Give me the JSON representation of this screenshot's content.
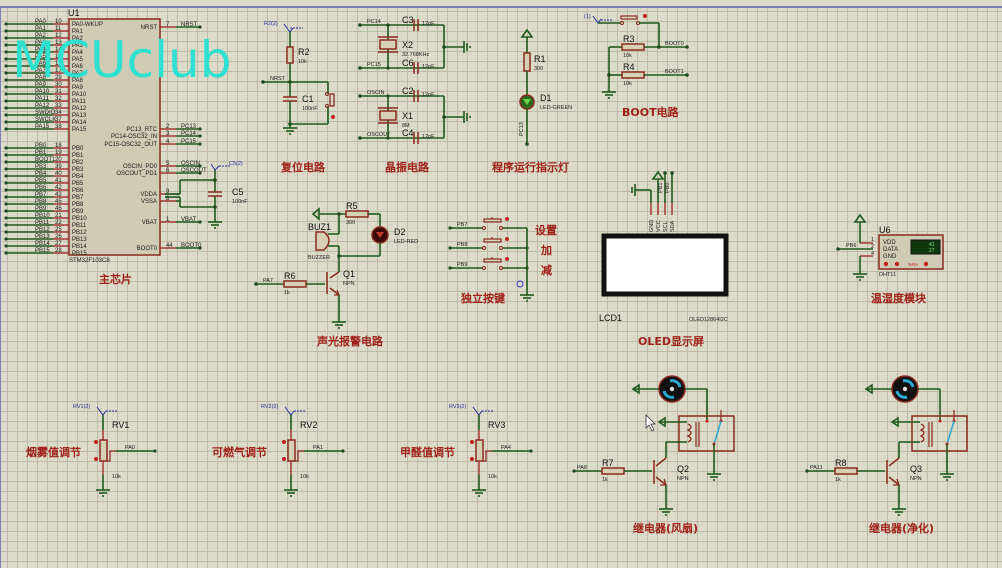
{
  "app": {
    "type": "schematic-editor",
    "theme_grid_color": "#dcdac8",
    "wire_color": "#1f5a1f",
    "component_color": "#8a2a1f",
    "title_color": "#a0221a"
  },
  "watermark": "MCUclub",
  "mcu": {
    "ref": "U1",
    "part": "STM32F103C8",
    "title": "主芯片",
    "left_pins": [
      {
        "net": "PA0",
        "num": "10",
        "name": "PA0-WKUP"
      },
      {
        "net": "PA1",
        "num": "11",
        "name": "PA1"
      },
      {
        "net": "PA2",
        "num": "12",
        "name": "PA2"
      },
      {
        "net": "PA3",
        "num": "13",
        "name": "PA3"
      },
      {
        "net": "PA4",
        "num": "14",
        "name": "PA4"
      },
      {
        "net": "PA5",
        "num": "15",
        "name": "PA5"
      },
      {
        "net": "PA6",
        "num": "16",
        "name": "PA6"
      },
      {
        "net": "PA7",
        "num": "17",
        "name": "PA7"
      },
      {
        "net": "PA8",
        "num": "29",
        "name": "PA8"
      },
      {
        "net": "PA9",
        "num": "30",
        "name": "PA9"
      },
      {
        "net": "PA10",
        "num": "31",
        "name": "PA10"
      },
      {
        "net": "PA11",
        "num": "32",
        "name": "PA11"
      },
      {
        "net": "PA12",
        "num": "33",
        "name": "PA12"
      },
      {
        "net": "SWDIO",
        "num": "34",
        "name": "PA13"
      },
      {
        "net": "SWCLK",
        "num": "37",
        "name": "PA14"
      },
      {
        "net": "PA15",
        "num": "38",
        "name": "PA15"
      },
      {
        "net": "PB0",
        "num": "18",
        "name": "PB0"
      },
      {
        "net": "PB1",
        "num": "19",
        "name": "PB1"
      },
      {
        "net": "BOOT1",
        "num": "20",
        "name": "PB2"
      },
      {
        "net": "PB3",
        "num": "39",
        "name": "PB3"
      },
      {
        "net": "PB4",
        "num": "40",
        "name": "PB4"
      },
      {
        "net": "PB5",
        "num": "41",
        "name": "PB5"
      },
      {
        "net": "PB6",
        "num": "42",
        "name": "PB6"
      },
      {
        "net": "PB7",
        "num": "43",
        "name": "PB7"
      },
      {
        "net": "PB8",
        "num": "45",
        "name": "PB8"
      },
      {
        "net": "PB9",
        "num": "46",
        "name": "PB9"
      },
      {
        "net": "PB10",
        "num": "21",
        "name": "PB10"
      },
      {
        "net": "PB11",
        "num": "22",
        "name": "PB11"
      },
      {
        "net": "PB12",
        "num": "25",
        "name": "PB12"
      },
      {
        "net": "PB13",
        "num": "26",
        "name": "PB13"
      },
      {
        "net": "PB14",
        "num": "27",
        "name": "PB14"
      },
      {
        "net": "PB15",
        "num": "28",
        "name": "PB15"
      }
    ],
    "right_pins": [
      {
        "net": "NRST",
        "num": "7",
        "name": "NRST"
      },
      {
        "net": "PC13",
        "num": "2",
        "name": "PC13_RTC"
      },
      {
        "net": "PC14",
        "num": "3",
        "name": "PC14-OSC32_IN"
      },
      {
        "net": "PC15",
        "num": "4",
        "name": "PC15-OSC32_OUT"
      },
      {
        "net": "OSCIN",
        "num": "5",
        "name": "OSCIN_PD0"
      },
      {
        "net": "OSCOUT",
        "num": "6",
        "name": "OSCOUT_PD1"
      },
      {
        "net": "",
        "num": "9",
        "name": "VDDA"
      },
      {
        "net": "",
        "num": "8",
        "name": "VSSA"
      },
      {
        "net": "VBAT",
        "num": "1",
        "name": "VBAT"
      },
      {
        "net": "BOOT0",
        "num": "44",
        "name": "BOOT0"
      }
    ],
    "c5": {
      "ref": "C5",
      "value": "100nF",
      "probe": "C5(2)"
    }
  },
  "reset": {
    "title": "复位电路",
    "probe": "R2(2)",
    "r": {
      "ref": "R2",
      "value": "10k"
    },
    "c": {
      "ref": "C1",
      "value": "100nF"
    },
    "net": "NRST"
  },
  "crystal": {
    "title": "晶振电路",
    "x2": {
      "ref": "X2",
      "value": "32.768KHz",
      "net_top": "PC14",
      "net_bot": "PC15",
      "c_top": {
        "ref": "C3",
        "value": "12pF"
      },
      "c_bot": {
        "ref": "C6",
        "value": "12pF"
      }
    },
    "x1": {
      "ref": "X1",
      "value": "8M",
      "net_top": "OSCIN",
      "net_bot": "OSCOUT",
      "c_top": {
        "ref": "C2",
        "value": "12pF"
      },
      "c_bot": {
        "ref": "C4",
        "value": "12pF"
      }
    }
  },
  "led_run": {
    "title": "程序运行指示灯",
    "r": {
      "ref": "R1",
      "value": "300"
    },
    "d": {
      "ref": "D1",
      "value": "LED-GREEN"
    },
    "net": "PC13"
  },
  "boot": {
    "title": "BOOT电路",
    "probe": "(1)",
    "r3": {
      "ref": "R3",
      "value": "10k"
    },
    "r4": {
      "ref": "R4",
      "value": "10k"
    },
    "net0": "BOOT0",
    "net1": "BOOT1"
  },
  "alarm": {
    "title": "声光报警电路",
    "r5": {
      "ref": "R5",
      "value": "300"
    },
    "d2": {
      "ref": "D2",
      "value": "LED-RED"
    },
    "buz": {
      "ref": "BUZ1",
      "value": "BUZZER"
    },
    "r6": {
      "ref": "R6",
      "value": "1k"
    },
    "q": {
      "ref": "Q1",
      "value": "NPN"
    },
    "net": "PA7"
  },
  "keys": {
    "title": "独立按键",
    "nets": [
      "PB7",
      "PB8",
      "PB9"
    ],
    "labels": [
      "设置",
      "加",
      "减"
    ]
  },
  "oled": {
    "title": "OLED显示屏",
    "ref": "LCD1",
    "part": "OLED12864I2C",
    "pins": [
      "GND",
      "VCC",
      "SCL",
      "SDA"
    ],
    "pin_nums": [
      "1",
      "2",
      "3",
      "4"
    ],
    "nets": [
      "PB1",
      "PB0"
    ]
  },
  "dht": {
    "title": "温湿度模块",
    "ref": "U6",
    "part": "DHT11",
    "pins": [
      "VDD",
      "DATA",
      "GND"
    ],
    "pin_nums": [
      "1",
      "2",
      "4"
    ],
    "net": "PB6",
    "humidity": "41",
    "temperature": "27",
    "unit_label": "%RH"
  },
  "pots": [
    {
      "title": "烟雾值调节",
      "ref": "RV1",
      "value": "10k",
      "probe": "RV1(2)",
      "net": "PA0"
    },
    {
      "title": "可燃气调节",
      "ref": "RV2",
      "value": "10k",
      "probe": "RV2(2)",
      "net": "PA1"
    },
    {
      "title": "甲醛值调节",
      "ref": "RV3",
      "value": "10k",
      "probe": "RV3(2)",
      "net": "PA4"
    }
  ],
  "relays": [
    {
      "title": "继电器(风扇)",
      "r": {
        "ref": "R7",
        "value": "1k"
      },
      "q": {
        "ref": "Q2",
        "value": "NPN"
      },
      "net": "PA8"
    },
    {
      "title": "继电器(净化)",
      "r": {
        "ref": "R8",
        "value": "1k"
      },
      "q": {
        "ref": "Q3",
        "value": "NPN"
      },
      "net": "PA11"
    }
  ]
}
